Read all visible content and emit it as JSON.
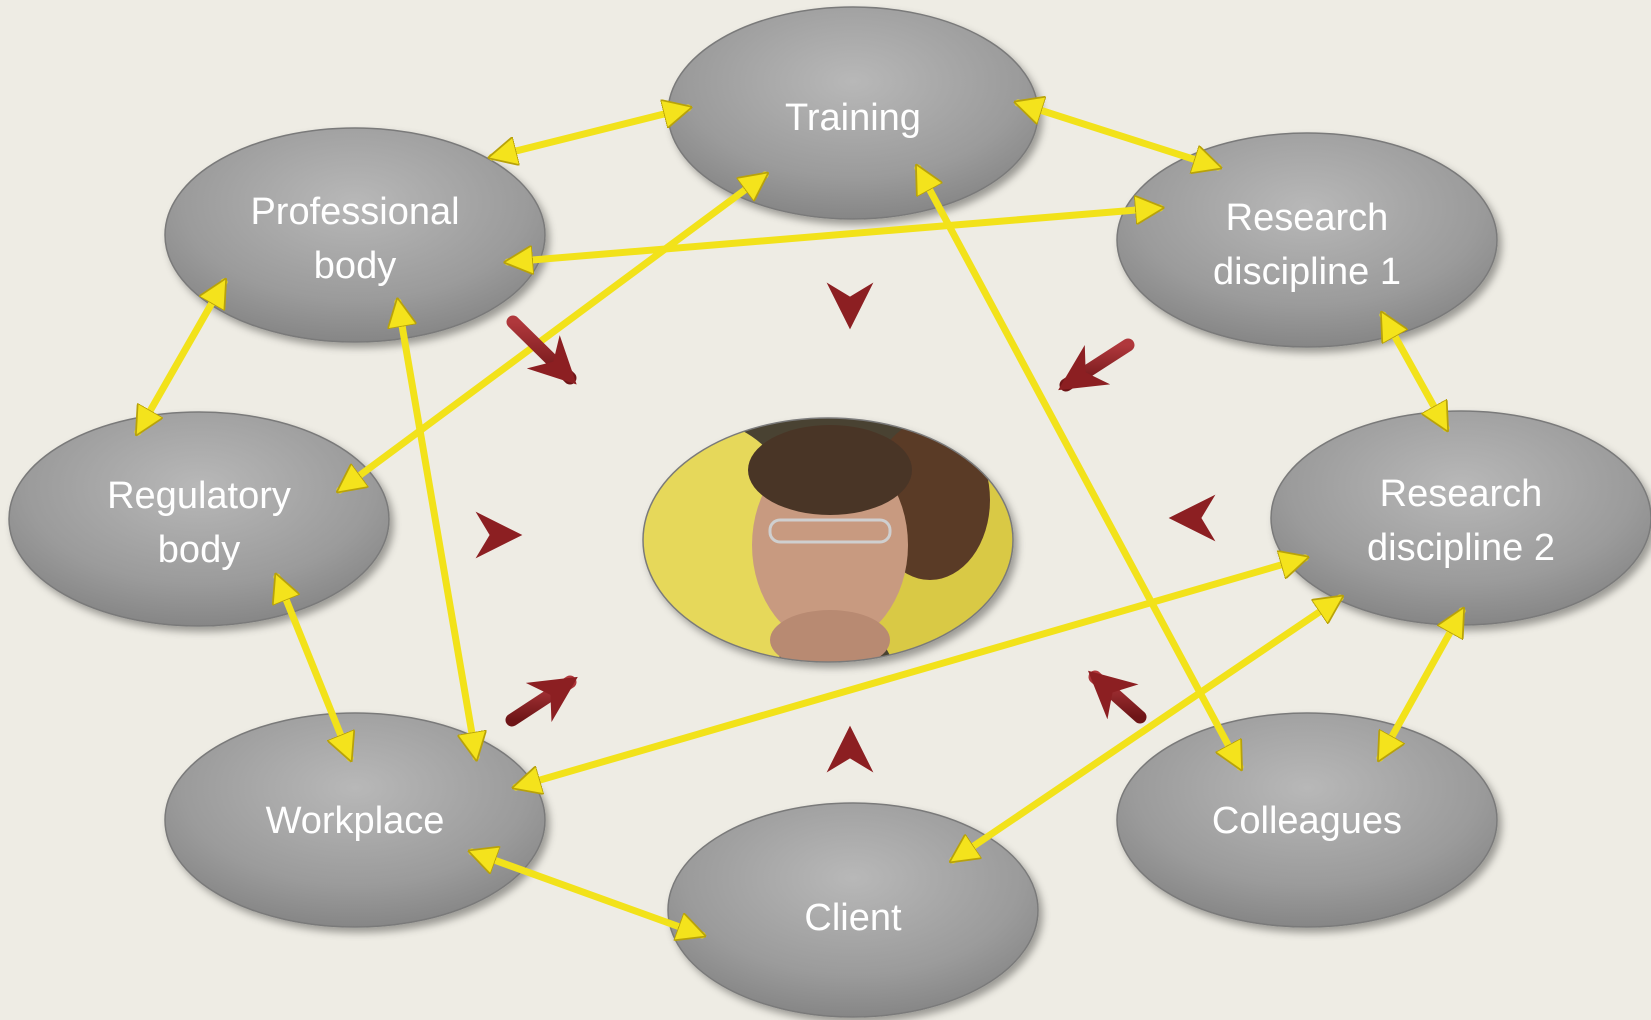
{
  "nodes": {
    "training": "Training",
    "professional_body": [
      "Professional",
      "body"
    ],
    "research_1": [
      "Research",
      "discipline 1"
    ],
    "regulatory_body": [
      "Regulatory",
      "body"
    ],
    "research_2": [
      "Research",
      "discipline 2"
    ],
    "workplace": "Workplace",
    "client": "Client",
    "colleagues": "Colleagues"
  },
  "center": {
    "image": "person-photo"
  },
  "colors": {
    "background": "#eeece4",
    "node_fill": "#9a9a9a",
    "node_text": "#ffffff",
    "connector_yellow": "#f2e21a",
    "influence_arrow_red": "#8c1f22"
  },
  "icons": {
    "connector": "double-headed-arrow",
    "influence": "inward-arrow"
  }
}
